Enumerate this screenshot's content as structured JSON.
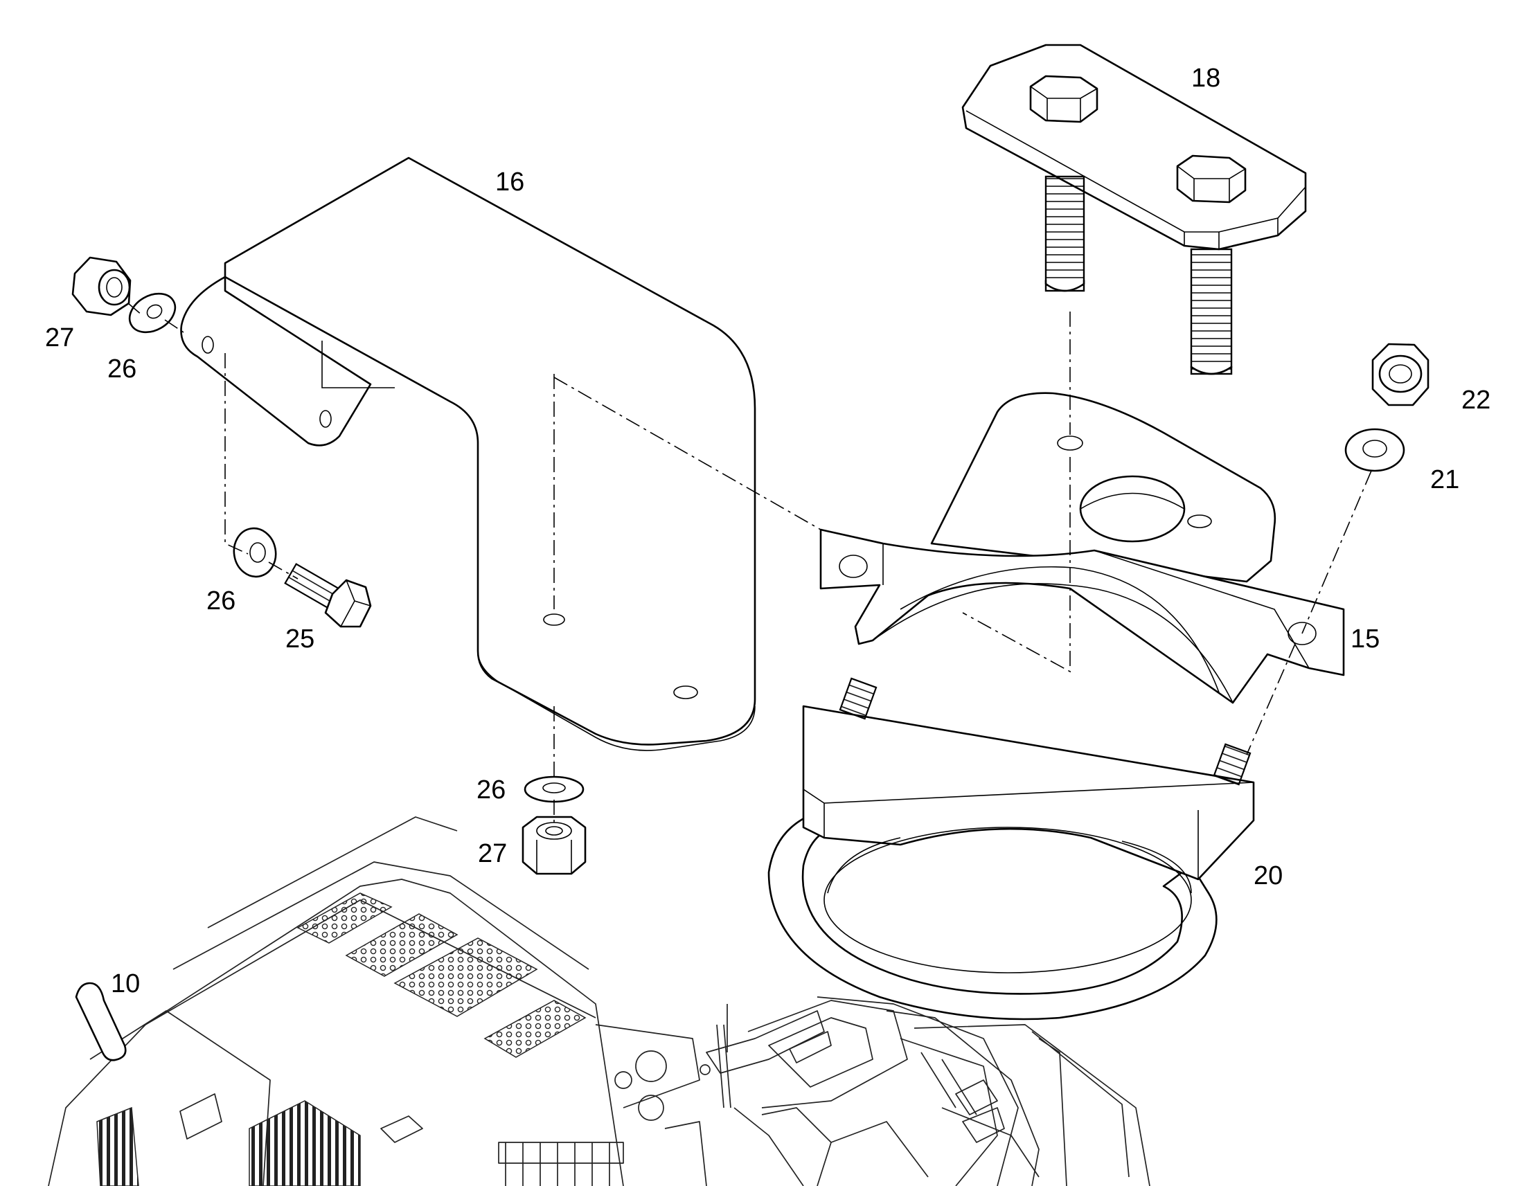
{
  "callouts": {
    "c10": "10",
    "c15": "15",
    "c16": "16",
    "c18": "18",
    "c20": "20",
    "c21": "21",
    "c22": "22",
    "c25": "25",
    "c26a": "26",
    "c26b": "26",
    "c26c": "26",
    "c27a": "27",
    "c27b": "27"
  }
}
